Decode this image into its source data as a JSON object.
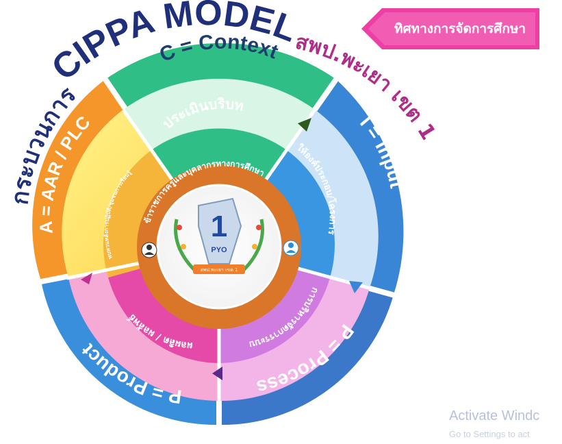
{
  "tag": {
    "label": "ทิศทางการจัดการศึกษา"
  },
  "header": {
    "left_arc": "กระบวนการ",
    "title": "CIPPA MODEL",
    "right_arc": "สพป.พะเยา เขต 1"
  },
  "segments": {
    "context": {
      "label": "C = Context",
      "inner": "ประเมินบริบท"
    },
    "input": {
      "label": "I = Input",
      "inner": "ให้องค์ประกอบ/โครงการ"
    },
    "process": {
      "label": "P = Process",
      "inner": "การบริหารจัดการระบบ"
    },
    "product": {
      "label": "P = Product",
      "inner": "ผลผลิต / ผลลัพธ์"
    },
    "aar": {
      "label": "A = AAR / PLC",
      "inner": "ทบทวนหลังการปฏิบัติ/ชุมชนการเรียนรู้"
    }
  },
  "center": {
    "ring_text": "ข้าราชการครูและบุคลากรทางการศึกษา",
    "logo_number": "1",
    "logo_text": "PYO",
    "ribbon": "สพป.พะเยา เขต 1"
  },
  "watermark": {
    "line1": "Activate Windc",
    "line2": "Go to Settings to act"
  },
  "colors": {
    "context_outer": "#2fbf86",
    "input_outer": "#3a86d6",
    "process_outer": "#3b78c9",
    "product_outer": "#3a8fdc",
    "aar_outer": "#f5962a",
    "title": "#1f2f7a",
    "right_arc": "#b02c8a",
    "tag": "#ee3fa7"
  }
}
